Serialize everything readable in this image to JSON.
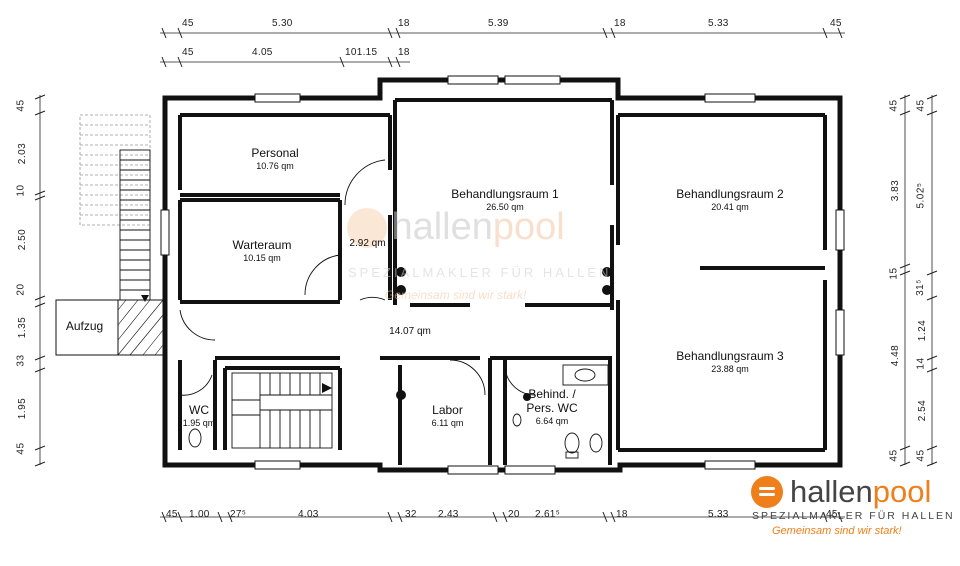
{
  "rooms": {
    "personal": {
      "name": "Personal",
      "area": "10.76 qm"
    },
    "warteraum": {
      "name": "Warteraum",
      "area": "10.15 qm"
    },
    "vorraum": {
      "area": "2.92 qm"
    },
    "behandlungsraum1": {
      "name": "Behandlungsraum 1",
      "area": "26.50 qm"
    },
    "behandlungsraum2": {
      "name": "Behandlungsraum 2",
      "area": "20.41 qm"
    },
    "behandlungsraum3": {
      "name": "Behandlungsraum 3",
      "area": "23.88 qm"
    },
    "flur": {
      "area": "14.07 qm"
    },
    "wc": {
      "name": "WC",
      "area": "1.95 qm"
    },
    "labor": {
      "name": "Labor",
      "area": "6.11 qm"
    },
    "behind_wc": {
      "name_line1": "Behind. /",
      "name_line2": "Pers. WC",
      "area": "6.64 qm"
    },
    "aufzug": {
      "name": "Aufzug"
    }
  },
  "dimensions": {
    "top_row1": [
      "45",
      "5.30",
      "18",
      "5.39",
      "18",
      "5.33",
      "45"
    ],
    "top_row2": [
      "45",
      "4.05",
      "101.15",
      "18"
    ],
    "bottom_row": [
      "45",
      "1.00",
      "27⁵",
      "4.03",
      "32",
      "2.43",
      "20",
      "2.61⁵",
      "18",
      "5.33",
      "45"
    ],
    "left_col": [
      "45",
      "2.03",
      "10",
      "2.50",
      "20",
      "1.35",
      "33",
      "1.95",
      "45"
    ],
    "right_col1": [
      "45",
      "3.83",
      "15",
      "4.48",
      "45"
    ],
    "right_col2": [
      "45",
      "5.02⁵",
      "31⁵",
      "1.24",
      "14",
      "2.54",
      "45"
    ]
  },
  "logo": {
    "brand_part1": "hallen",
    "brand_part2": "pool",
    "tagline": "SPEZIALMAKLER FÜR HALLEN",
    "slogan": "Gemeinsam sind wir stark!"
  },
  "watermark": {
    "brand_part1": "hallen",
    "brand_part2": "pool",
    "tagline": "SPEZIALMAKLER FÜR HALLEN",
    "slogan": "Gemeinsam sind wir stark!"
  },
  "colors": {
    "wall": "#111111",
    "brand_orange": "#ee7f1b",
    "brand_gray": "#555555",
    "watermark": "#f1c4a0"
  }
}
